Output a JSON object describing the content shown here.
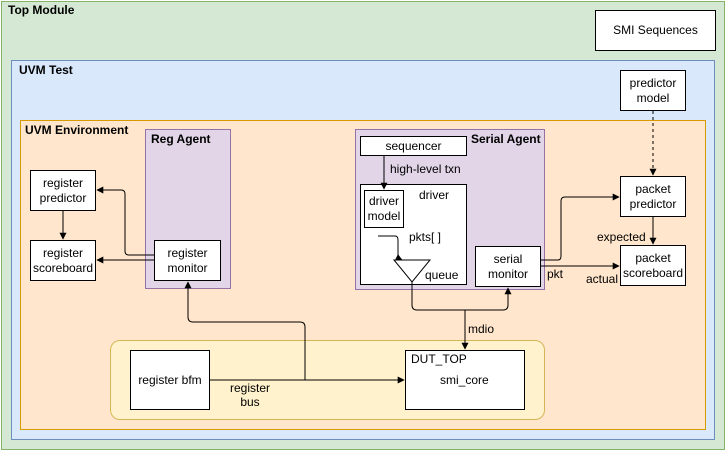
{
  "containers": {
    "top_module": "Top Module",
    "uvm_test": "UVM Test",
    "uvm_environment": "UVM Environment",
    "reg_agent": "Reg Agent",
    "serial_agent": "Serial Agent",
    "driver": "driver"
  },
  "blocks": {
    "smi_sequences": "SMI Sequences",
    "predictor_model": "predictor\nmodel",
    "register_predictor": "register\npredictor",
    "register_scoreboard": "register\nscoreboard",
    "register_monitor": "register\nmonitor",
    "sequencer": "sequencer",
    "driver_model": "driver\nmodel",
    "serial_monitor": "serial\nmonitor",
    "packet_predictor": "packet\npredictor",
    "packet_scoreboard": "packet\nscoreboard",
    "register_bfm": "register bfm",
    "dut_top": "DUT_TOP",
    "smi_core": "smi_core"
  },
  "labels": {
    "high_level_txn": "high-level txn",
    "pkts": "pkts[ ]",
    "queue": "queue",
    "expected": "expected",
    "actual": "actual",
    "pkt": "pkt",
    "mdio": "mdio",
    "register_bus": "register\nbus"
  },
  "colors": {
    "top_module_fill": "#d5e8d4",
    "top_module_stroke": "#82b366",
    "uvm_test_fill": "#dae8fc",
    "uvm_test_stroke": "#6c8ebf",
    "environment_fill": "#ffe6cc",
    "environment_stroke": "#d79b00",
    "agent_fill": "#e1d5e7",
    "agent_stroke": "#9673a6",
    "dut_fill": "#fff2cc",
    "dut_stroke": "#d6b656"
  }
}
